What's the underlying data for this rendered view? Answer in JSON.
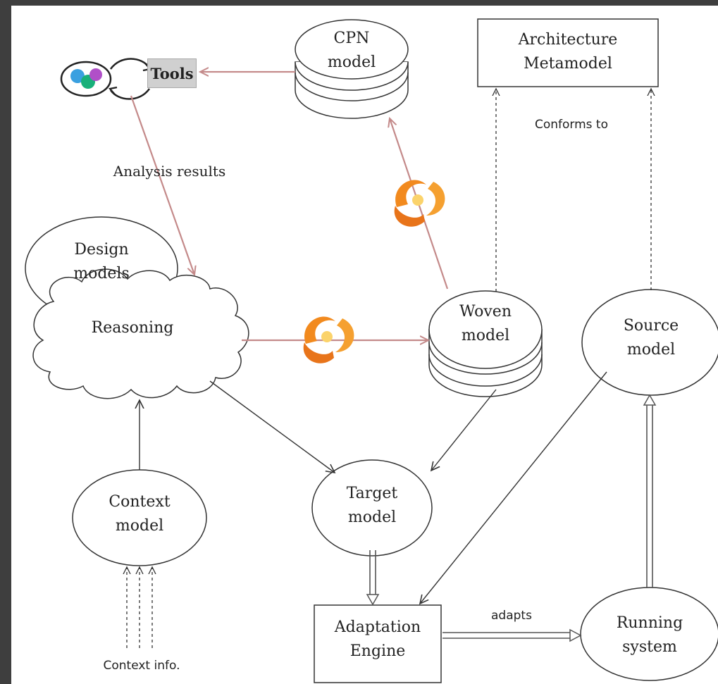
{
  "nodes": {
    "cpn_model": {
      "line1": "CPN",
      "line2": "model"
    },
    "architecture_metamodel": {
      "line1": "Architecture",
      "line2": "Metamodel"
    },
    "tools": {
      "label": "Tools"
    },
    "design_models": {
      "line1": "Design",
      "line2": "models"
    },
    "reasoning": {
      "label": "Reasoning"
    },
    "woven_model": {
      "line1": "Woven",
      "line2": "model"
    },
    "source_model": {
      "line1": "Source",
      "line2": "model"
    },
    "target_model": {
      "line1": "Target",
      "line2": "model"
    },
    "context_model": {
      "line1": "Context",
      "line2": "model"
    },
    "adaptation_engine": {
      "line1": "Adaptation",
      "line2": "Engine"
    },
    "running_system": {
      "line1": "Running",
      "line2": "system"
    }
  },
  "edge_labels": {
    "conforms_to": "Conforms to",
    "analysis_results": "Analysis results",
    "adapts": "adapts",
    "context_info": "Context info."
  },
  "colors": {
    "weave_edge": "#c48a8a",
    "plain_edge": "#333333",
    "weave_icon": "#f28a1e",
    "background": "#3e3e3e"
  },
  "icons": [
    "weaver-icon",
    "cpn-tools-logo-icon"
  ]
}
